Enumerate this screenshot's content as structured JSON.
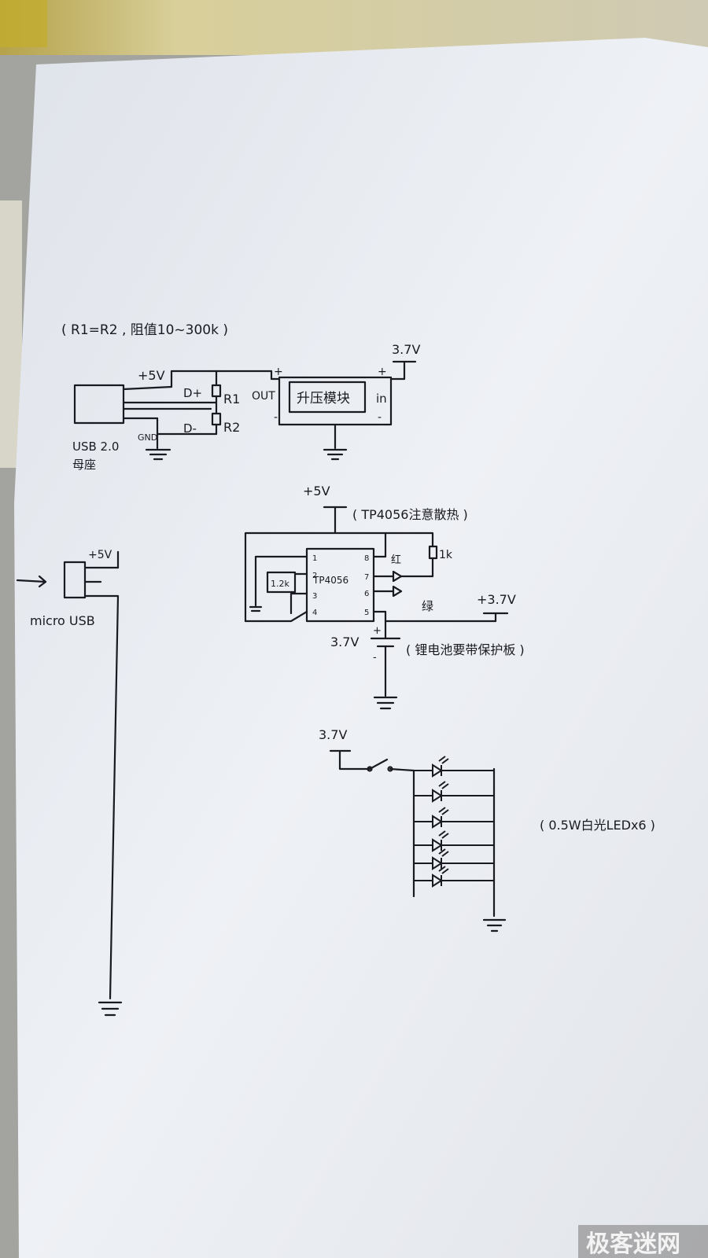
{
  "notes": {
    "resistor_note": "( R1=R2 , 阻值10~300k )",
    "usb_socket": [
      "USB 2.0",
      "母座"
    ],
    "tp4056_note": "( TP4056注意散热 )",
    "battery_note": "( 锂电池要带保护板 )",
    "led_note": "( 0.5W白光LEDx6 )"
  },
  "boost_section": {
    "plus5v": "+5V",
    "d_plus": "D+",
    "d_minus": "D-",
    "gnd": "GND",
    "r1": "R1",
    "r2": "R2",
    "out": "OUT",
    "module": "升压模块",
    "in": "in",
    "plus": "+",
    "minus": "-",
    "v37": "3.7V"
  },
  "charger_section": {
    "plus5v": "+5V",
    "chip": "TP4056",
    "pins_left": [
      "1",
      "2",
      "3",
      "4"
    ],
    "pins_right": [
      "8",
      "7",
      "6",
      "5"
    ],
    "res_12k": "1.2k",
    "res_1k": "1k",
    "led_red": "红",
    "led_green": "绿",
    "out_37v": "+3.7V",
    "battery_37v": "3.7V",
    "plus": "+",
    "minus": "-"
  },
  "micro_usb": {
    "label": "micro USB",
    "plus5v": "+5V"
  },
  "led_section": {
    "v37": "3.7V",
    "led_count": 6
  },
  "watermark": "极客迷网",
  "colors": {
    "paper": "#e9ecf2",
    "ink": "#1a1a22",
    "background": "#9a9a98",
    "watermark_bg": "#7a7878"
  }
}
